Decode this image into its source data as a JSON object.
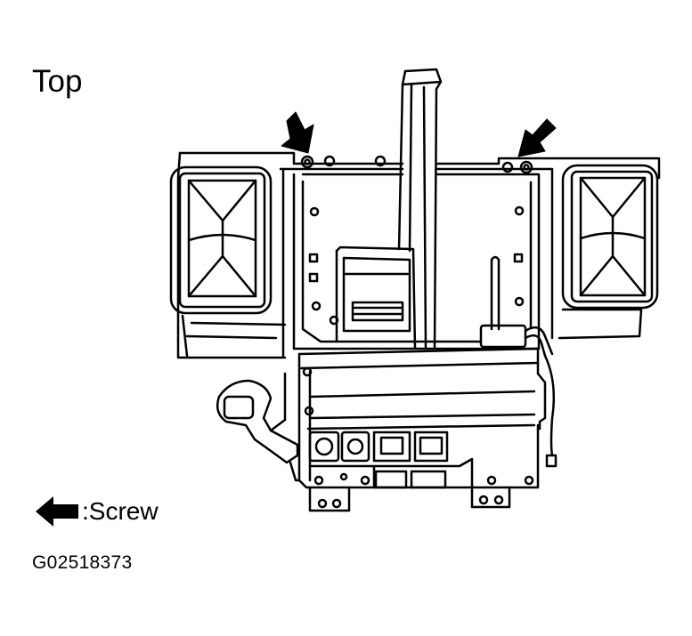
{
  "view_label": "Top",
  "legend": {
    "icon": "screw-arrow-icon",
    "text": ":Screw"
  },
  "figure_id": "G02518373",
  "colors": {
    "line": "#000000",
    "background": "#ffffff"
  }
}
